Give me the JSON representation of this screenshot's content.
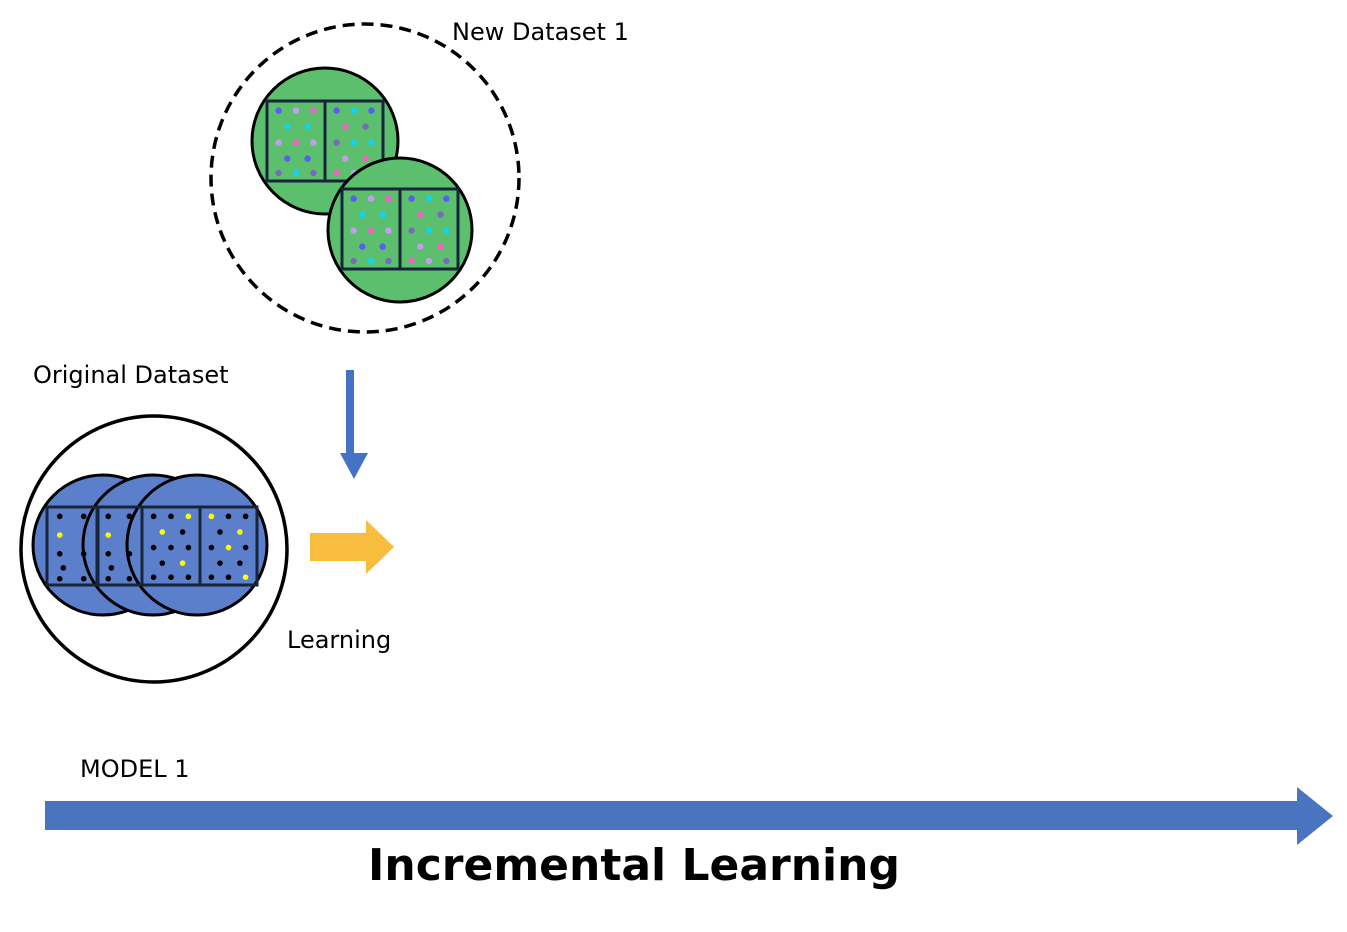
{
  "title": "Incremental Learning",
  "labels": {
    "new_dataset": "New Dataset 1",
    "original_dataset": "Original Dataset",
    "learning": "Learning",
    "model": "MODEL 1",
    "timeline": "Incremental Learning"
  },
  "colors": {
    "new_data_fill": "#5BBF6E",
    "original_data_fill": "#5B7FCB",
    "box_stroke": "#17243A",
    "blue_arrow": "#4472C4",
    "timeline_arrow": "#4A74BF",
    "learning_arrow": "#F8BD3E",
    "dot_blue": "#5A5CF3",
    "dot_lilac": "#C79BEF",
    "dot_pink": "#F062C0",
    "dot_cyan": "#13D3F1",
    "dot_purple": "#7B69BE",
    "dot_black": "#000000",
    "dot_yellow": "#FFFF00"
  },
  "new_dataset": {
    "sample_sets": 2,
    "boxes_per_set": 2,
    "box_patterns": [
      [
        "blue",
        "lilac",
        "pink",
        "cyan",
        "cyan",
        "lilac",
        "pink",
        "lilac",
        "blue",
        "blue",
        "purple",
        "cyan",
        "purple"
      ],
      [
        "blue",
        "cyan",
        "blue",
        "pink",
        "purple",
        "purple",
        "cyan",
        "cyan",
        "lilac",
        "pink",
        "pink",
        "lilac",
        "purple"
      ]
    ]
  },
  "original_dataset": {
    "sample_sets": 3,
    "boxes": 4,
    "box_patterns": [
      [
        "black",
        "black",
        "yellow",
        "black",
        "black",
        "black",
        "black",
        "black"
      ],
      [
        "black",
        "black",
        "yellow",
        "black",
        "black",
        "black",
        "black",
        "black"
      ],
      [
        "black",
        "black",
        "yellow",
        "yellow",
        "black",
        "black",
        "black",
        "black",
        "black",
        "yellow",
        "black",
        "black",
        "black"
      ],
      [
        "yellow",
        "black",
        "black",
        "black",
        "yellow",
        "black",
        "yellow",
        "black",
        "black",
        "black",
        "black",
        "black",
        "yellow"
      ]
    ]
  }
}
